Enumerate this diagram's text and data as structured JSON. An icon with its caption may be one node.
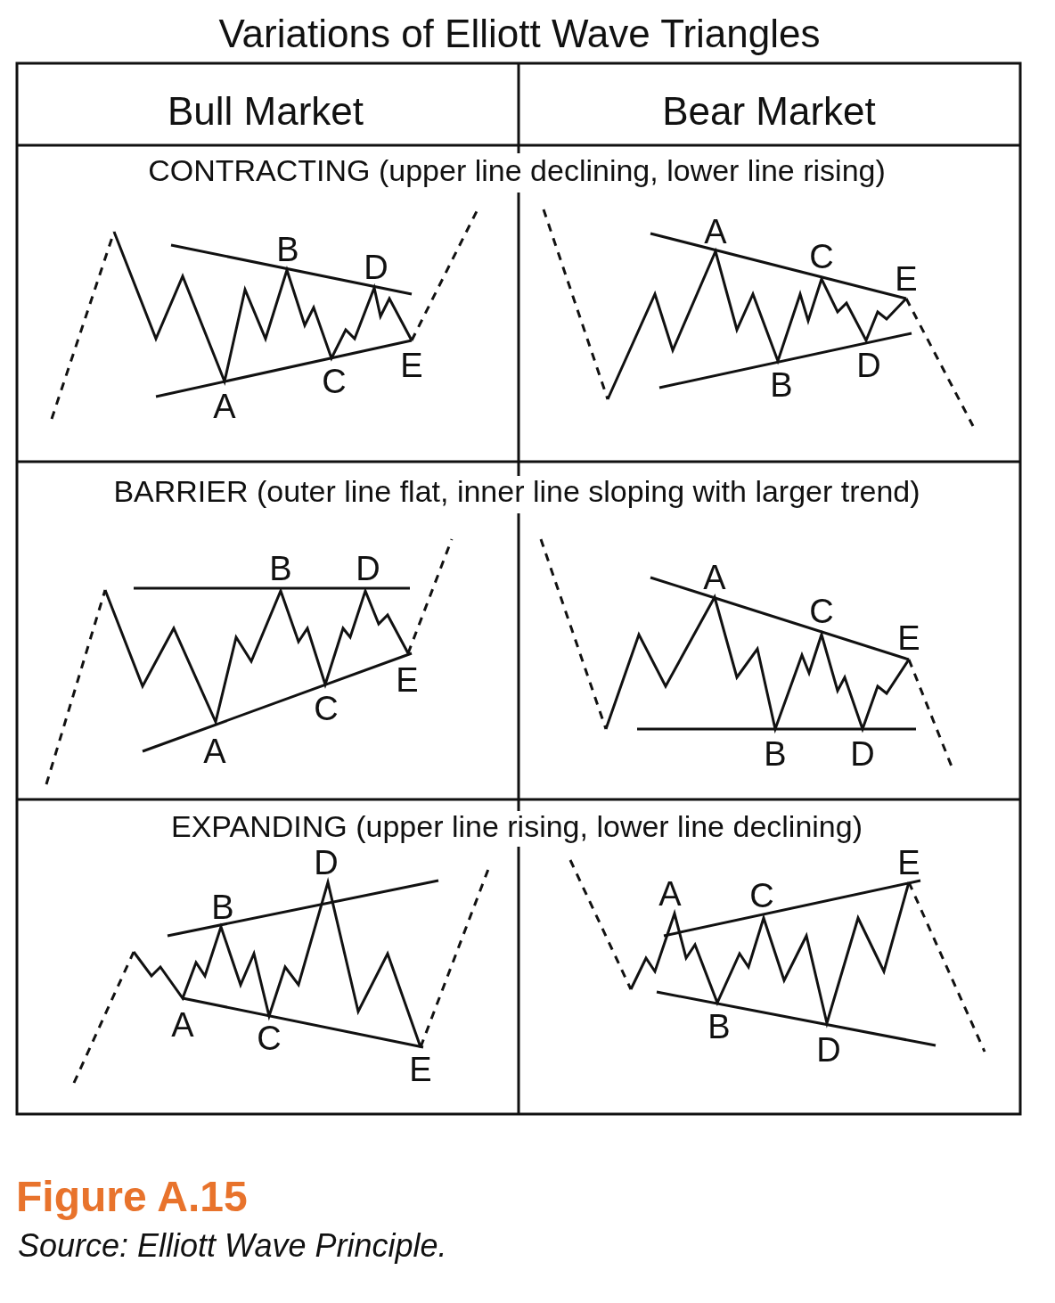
{
  "diagram": {
    "title": "Variations of Elliott Wave Triangles",
    "caption": "Figure A.15",
    "labels": [
      "Bull Market",
      "Bear Market",
      "CONTRACTING (upper line declining, lower line rising)",
      "A",
      "B",
      "C",
      "D",
      "E",
      "A",
      "B",
      "C",
      "D",
      "E",
      "BARRIER (outer line flat, inner line sloping with larger trend)",
      "A",
      "B",
      "C",
      "D",
      "E",
      "A",
      "B",
      "C",
      "D",
      "E",
      "EXPANDING  (upper line rising, lower line declining)",
      "A",
      "B",
      "C",
      "D",
      "E",
      "A",
      "B",
      "C",
      "D",
      "E",
      "Source: Elliott Wave Principle."
    ]
  }
}
